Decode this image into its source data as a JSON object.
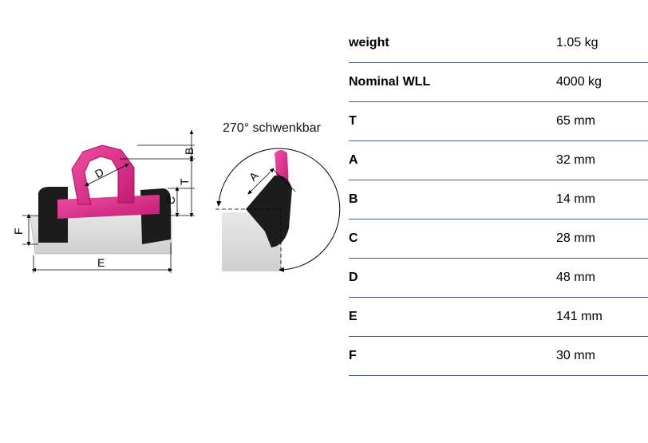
{
  "diagram": {
    "caption": "270° schwenkbar",
    "dim_labels": {
      "B": "B",
      "T": "T",
      "C": "C",
      "D": "D",
      "F": "F",
      "E": "E",
      "A": "A"
    },
    "colors": {
      "ring": "#e0288a",
      "ring_dark": "#b5156b",
      "rubber": "#1a1a1a",
      "base": "#dcdcdc"
    }
  },
  "specs": [
    {
      "label": "weight",
      "value": "1.05 kg"
    },
    {
      "label": "Nominal WLL",
      "value": "4000 kg"
    },
    {
      "label": "T",
      "value": "65 mm"
    },
    {
      "label": "A",
      "value": "32 mm"
    },
    {
      "label": "B",
      "value": "14 mm"
    },
    {
      "label": "C",
      "value": "28 mm"
    },
    {
      "label": "D",
      "value": "48 mm"
    },
    {
      "label": "E",
      "value": "141 mm"
    },
    {
      "label": "F",
      "value": "30 mm"
    }
  ]
}
